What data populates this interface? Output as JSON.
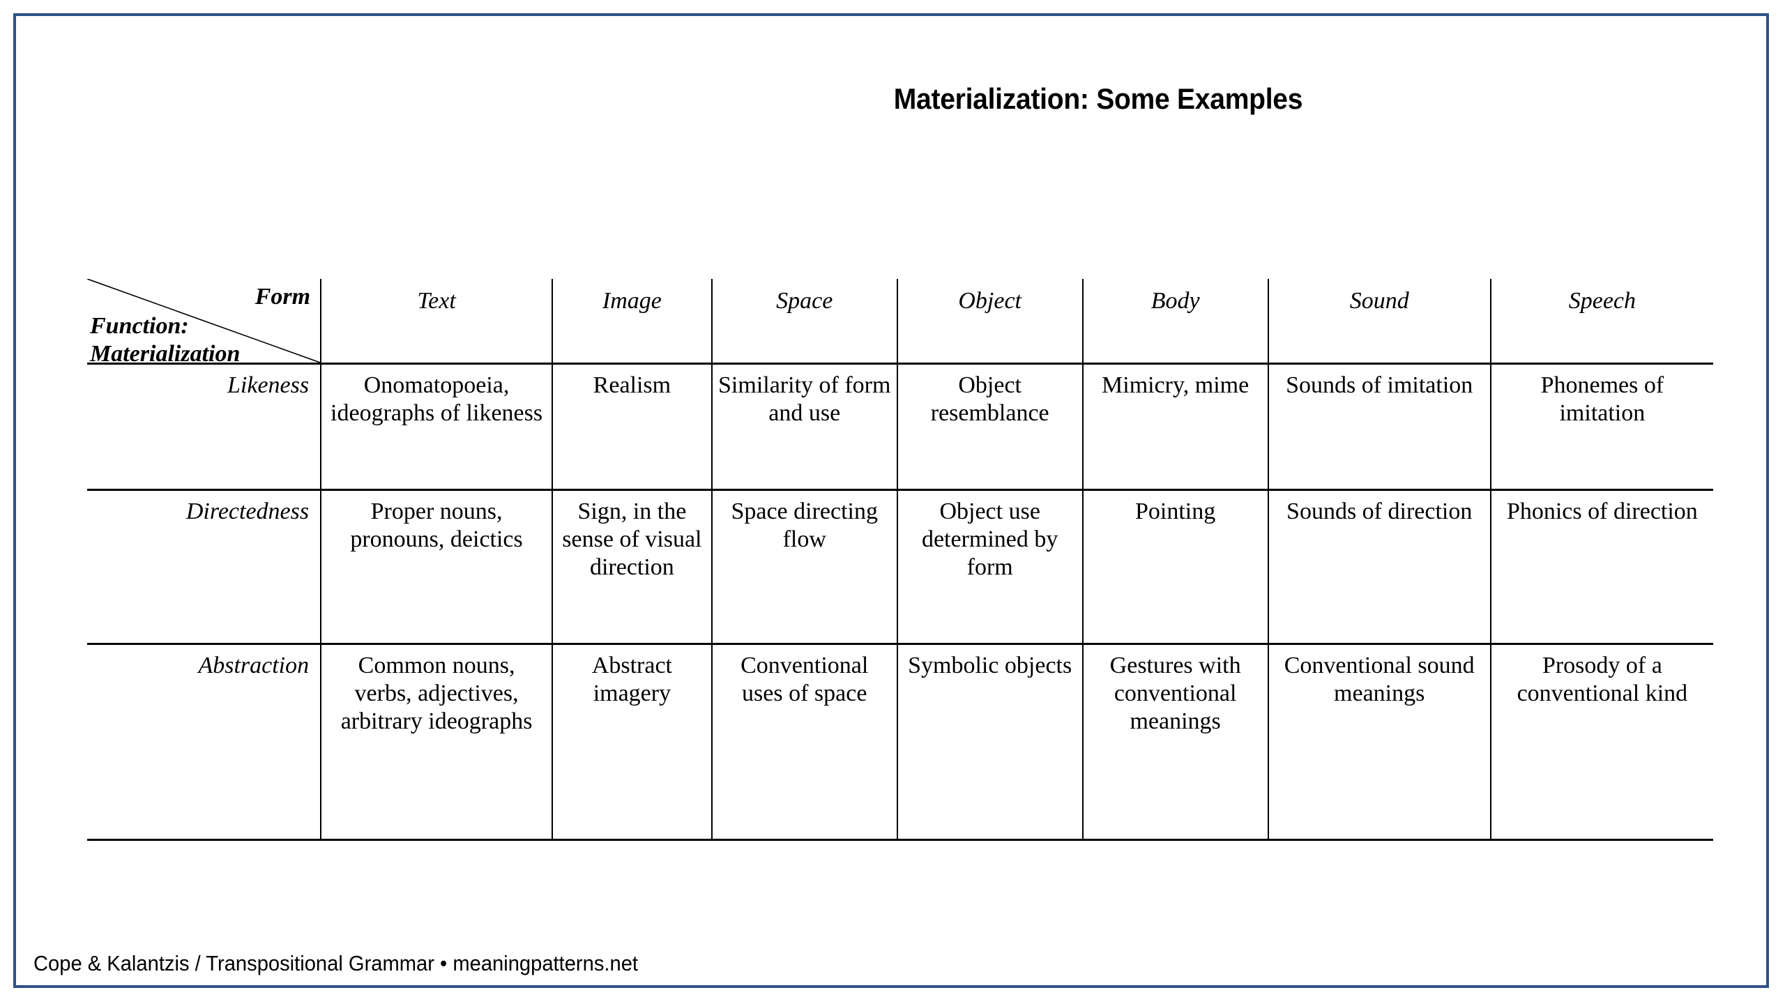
{
  "slide": {
    "title": "Materialization: Some Examples",
    "border_color": "#2F5189",
    "background_color": "#FFFFFF",
    "footer": "Cope & Kalantzis / Transpositional Grammar • meaningpatterns.net"
  },
  "table": {
    "corner": {
      "form_label": "Form",
      "function_line1": "Function:",
      "function_line2": "Materialization"
    },
    "columns": [
      "Text",
      "Image",
      "Space",
      "Object",
      "Body",
      "Sound",
      "Speech"
    ],
    "rows": [
      {
        "label": "Likeness",
        "cells": [
          "Onomatopoeia, ideographs of likeness",
          "Realism",
          "Similarity of form and use",
          "Object resemblance",
          "Mimicry, mime",
          "Sounds of imitation",
          "Phonemes of imitation"
        ]
      },
      {
        "label": "Directedness",
        "cells": [
          "Proper nouns, pronouns, deictics",
          "Sign, in the sense of visual direction",
          "Space directing flow",
          "Object use determined by form",
          "Pointing",
          "Sounds of direction",
          "Phonics of direction"
        ]
      },
      {
        "label": "Abstraction",
        "cells": [
          "Common nouns, verbs, adjectives, arbitrary ideographs",
          "Abstract imagery",
          "Conventional uses of space",
          "Symbolic objects",
          "Gestures with conventional meanings",
          "Conventional sound meanings",
          "Prosody of a conventional kind"
        ]
      }
    ]
  }
}
